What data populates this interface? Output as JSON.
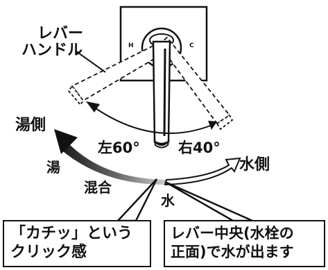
{
  "handle_label": [
    "レバー",
    "ハンドル"
  ],
  "faucet_marks": {
    "hot": "H",
    "cold": "C"
  },
  "angles": {
    "left": "左60°",
    "right": "右40°"
  },
  "sides": {
    "hot_side": "湯側",
    "hot": "湯",
    "mixed": "混合",
    "water": "水",
    "water_side": "水側"
  },
  "callouts": {
    "click": [
      "「カチッ」という",
      "クリック感"
    ],
    "center": [
      "レバー中央(水栓の",
      "正面)で水が出ます"
    ]
  },
  "colors": {
    "ink": "#111111",
    "background": "#ffffff",
    "gradient_start": "#111111",
    "gradient_mid": "#888888"
  }
}
